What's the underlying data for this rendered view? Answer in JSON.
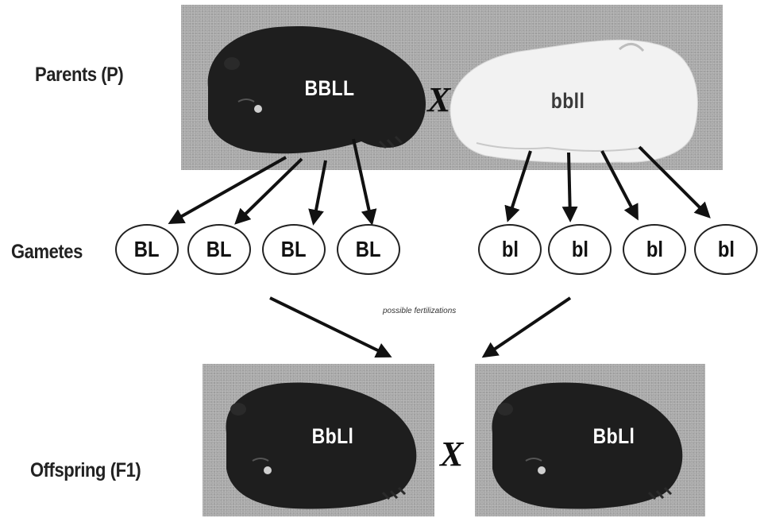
{
  "labels": {
    "parents": "Parents (P)",
    "gametes": "Gametes",
    "offspring": "Offspring (F1)"
  },
  "parents": {
    "left_genotype": "BBLL",
    "right_genotype": "bbll",
    "cross_symbol": "X"
  },
  "gametes": {
    "left": [
      "BL",
      "BL",
      "BL",
      "BL"
    ],
    "right": [
      "bl",
      "bl",
      "bl",
      "bl"
    ]
  },
  "fertilization_label": "possible fertilizations",
  "offspring": {
    "left_genotype": "BbLl",
    "right_genotype": "BbLl",
    "cross_symbol": "X"
  },
  "colors": {
    "panel": "#a9a9a9",
    "dark_pig": "#1e1e1e",
    "white_pig": "#f2f2f2",
    "arrow": "#111111"
  }
}
